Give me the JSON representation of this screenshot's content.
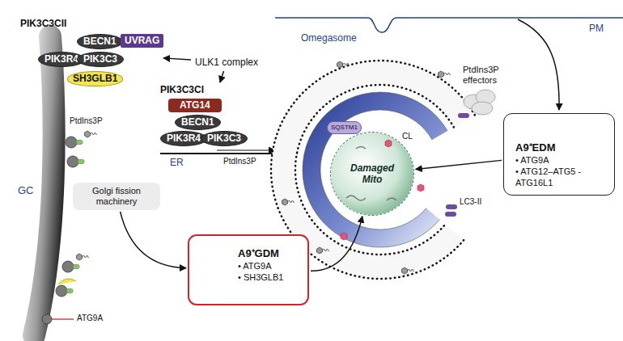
{
  "diagram": {
    "nodes": [
      {
        "text": [
          "PIK3C3CII"
        ]
      },
      {
        "text": [
          "PIK3R4"
        ],
        "in": 0
      },
      {
        "text": [
          "BECN1"
        ],
        "in": 0
      },
      {
        "text": [
          "PIK3C3"
        ],
        "in": 0
      },
      {
        "text": [
          "UVRAG"
        ],
        "in": 0
      },
      {
        "text": [
          "SH3GLB1"
        ],
        "in": 0
      },
      {
        "text": [
          "ULK1 complex"
        ]
      },
      {
        "text": [
          "PIK3C3CI"
        ]
      },
      {
        "text": [
          "ATG14"
        ],
        "in": 7
      },
      {
        "text": [
          "BECN1"
        ],
        "in": 7
      },
      {
        "text": [
          "PIK3R4"
        ],
        "in": 7
      },
      {
        "text": [
          "PIK3C3"
        ],
        "in": 7
      },
      {
        "text": [
          "Golgi fission machinery"
        ]
      },
      {
        "text": [
          "Damaged Mito"
        ]
      },
      {
        "text": [
          "SQSTM1"
        ]
      },
      {
        "text": [
          "A9⁺GDM",
          "• ATG9A",
          "• SH3GLB1"
        ]
      },
      {
        "text": [
          "A9⁺EDM",
          "• ATG9A",
          "• ATG12–ATG5 -ATG16L1"
        ]
      }
    ],
    "edges": [
      {
        "from": 6,
        "to": 0,
        "arrow": "to"
      },
      {
        "from": 6,
        "to": 7,
        "arrow": "to"
      },
      {
        "from": 12,
        "to": 15,
        "arrow": "to"
      },
      {
        "from": 15,
        "to": 13,
        "arrow": "to"
      },
      {
        "from": 16,
        "to": 13,
        "arrow": "to"
      }
    ],
    "labels": [
      "PtdIns3P",
      "GC",
      "ATG9A",
      "PtdIns3P",
      "ER",
      "Omegasome",
      "PM",
      "CL",
      "PtdIns3P effectors",
      "LC3-II"
    ]
  }
}
